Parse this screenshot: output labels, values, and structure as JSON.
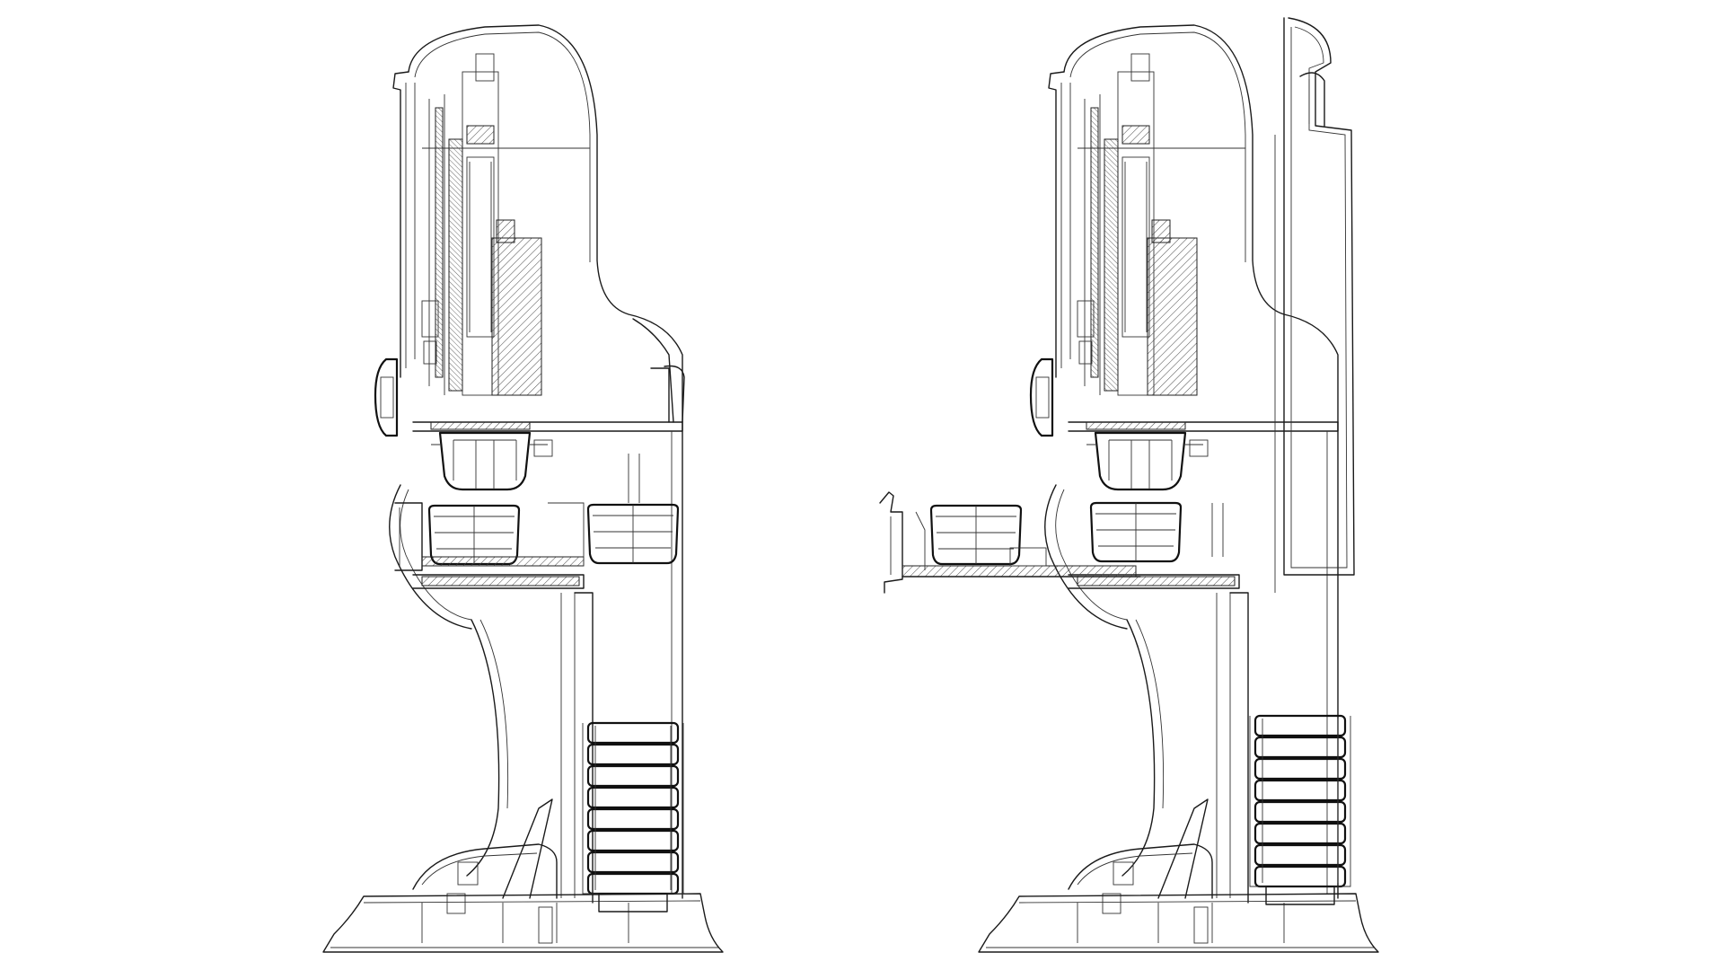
{
  "figure": {
    "background": "#ffffff",
    "line_color": "#1a1a1a",
    "views": [
      {
        "name": "closed-state-section",
        "door": "closed",
        "drawer": "retracted"
      },
      {
        "name": "open-state-section",
        "door": "open",
        "drawer": "extended"
      }
    ],
    "stacked_cups_per_view": 8
  }
}
